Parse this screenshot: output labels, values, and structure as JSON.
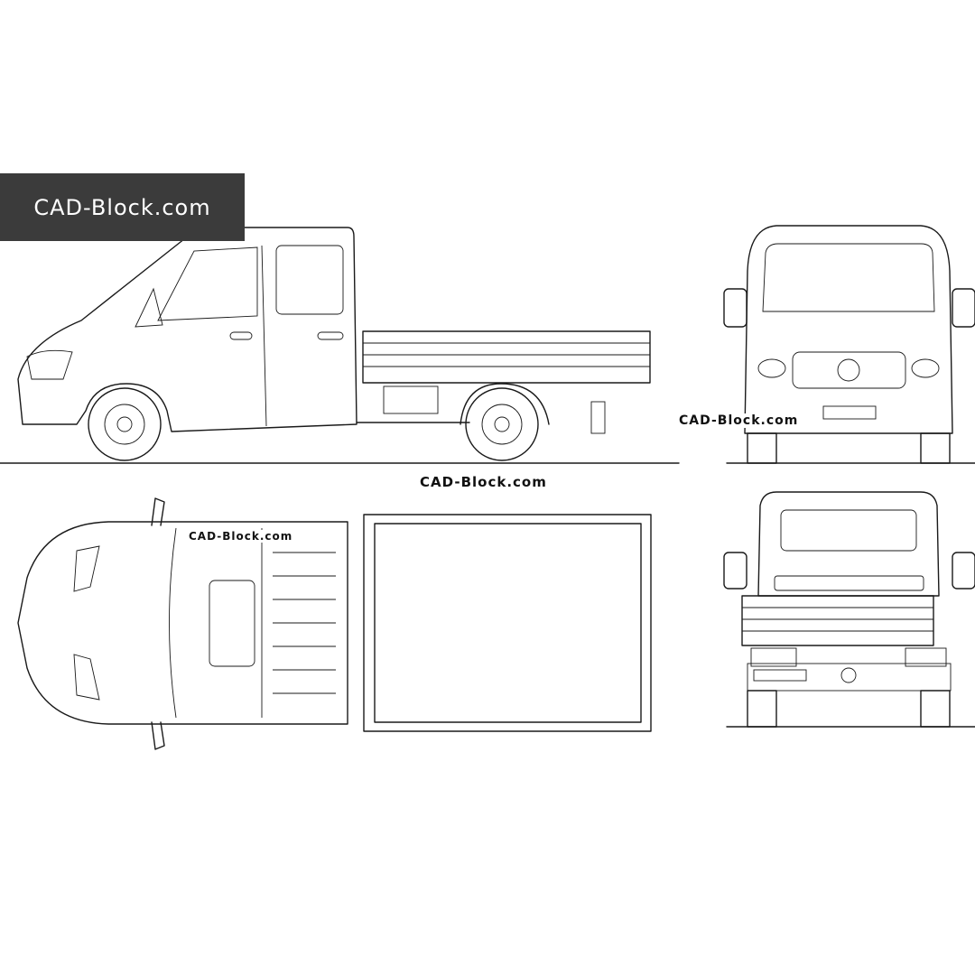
{
  "logo": {
    "text": "CAD-Block.com",
    "background": "#3b3b3b",
    "color": "#ffffff"
  },
  "watermarks": [
    "CAD-Block.com",
    "CAD-Block.com",
    "CAD-Block.com",
    "CAD-Block.com"
  ],
  "views": [
    "side-view",
    "front-view",
    "top-view",
    "rear-view"
  ],
  "line_color": "#1a1a1a"
}
